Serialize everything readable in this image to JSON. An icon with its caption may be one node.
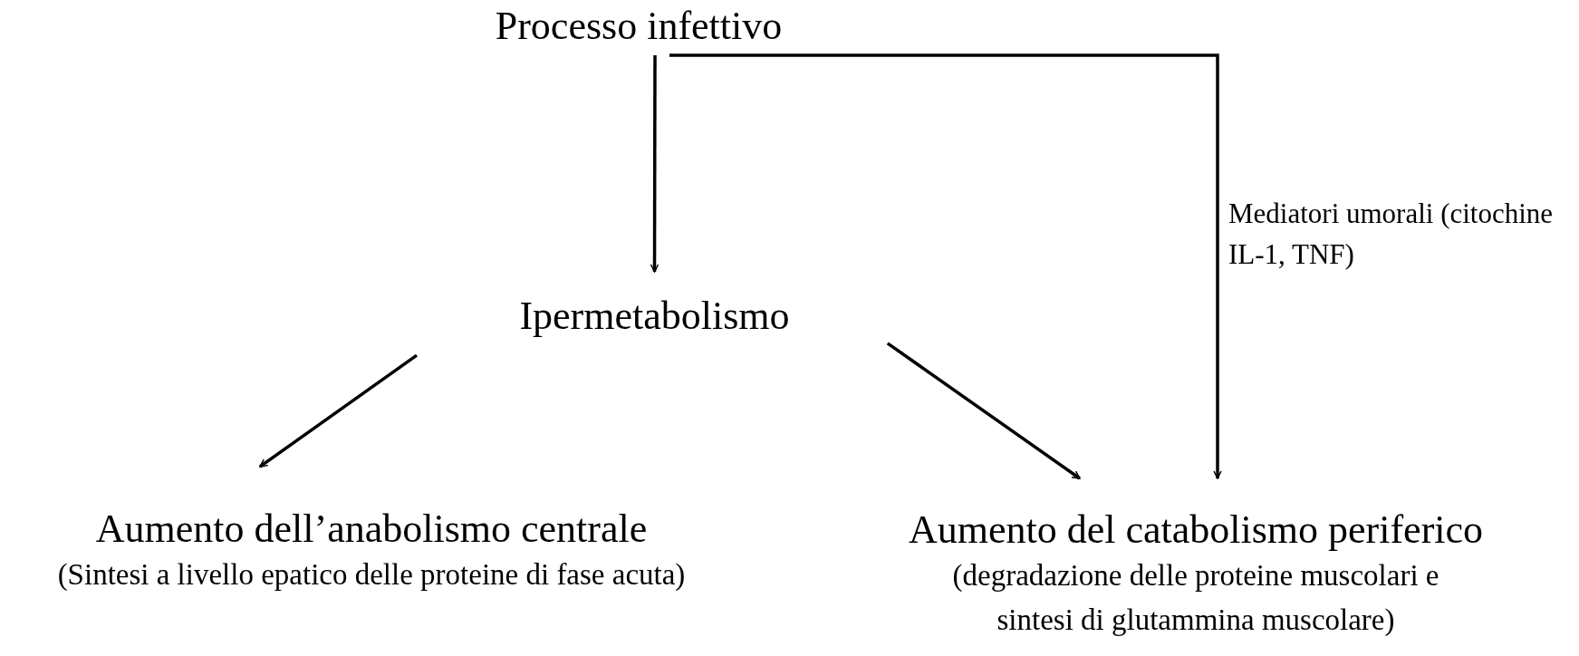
{
  "diagram": {
    "nodes": [
      {
        "text": [
          "Processo infettivo"
        ]
      },
      {
        "text": [
          "Ipermetabolismo"
        ]
      },
      {
        "text": [
          "Aumento dell’anabolismo centrale",
          "(Sintesi a livello epatico delle proteine di fase acuta)"
        ]
      },
      {
        "text": [
          "Aumento del catabolismo periferico",
          "(degradazione delle proteine muscolari e sintesi di glutammina muscolare)"
        ]
      }
    ],
    "edges": [
      {
        "from": 0,
        "to": 1,
        "arrow": "to"
      },
      {
        "from": 0,
        "to": 3,
        "arrow": "to",
        "label": "Mediatori umorali (citochine IL-1, TNF)"
      },
      {
        "from": 1,
        "to": 2,
        "arrow": "to"
      },
      {
        "from": 1,
        "to": 3,
        "arrow": "to"
      }
    ]
  }
}
